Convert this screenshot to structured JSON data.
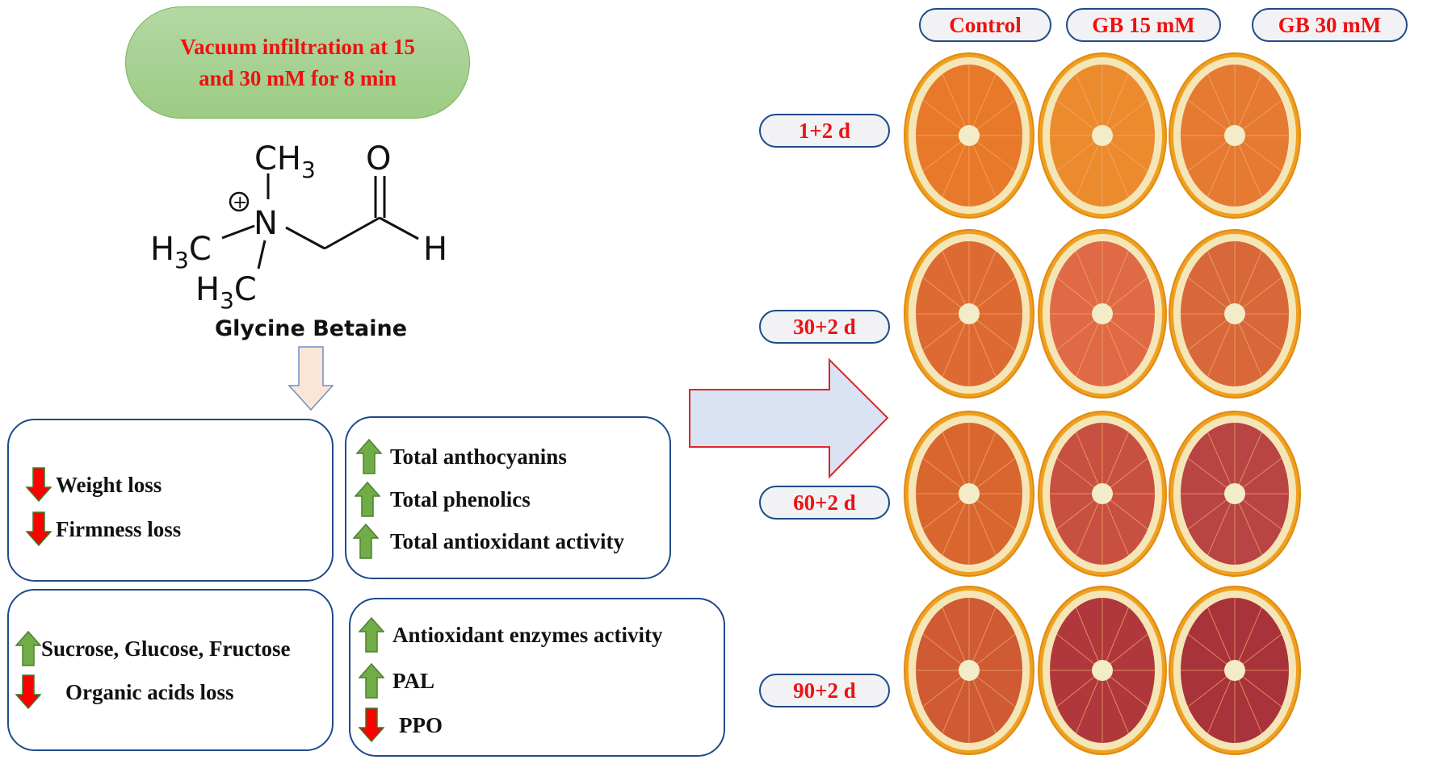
{
  "treatment": {
    "line1": "Vacuum infiltration at 15",
    "line2": "and 30 mM for 8 min"
  },
  "compound": {
    "name": "Glycine Betaine",
    "atoms": {
      "ch3_top": "CH",
      "ch3_top_sub": "3",
      "charge": "+",
      "n": "N",
      "h3c_left": "H",
      "h3c_left_sub": "3",
      "h3c_left_c": "C",
      "h3c_low": "H",
      "h3c_low_sub": "3",
      "h3c_low_c": "C",
      "o": "O",
      "h": "H"
    }
  },
  "effects": {
    "box1": [
      {
        "direction": "down",
        "label": "Weight loss"
      },
      {
        "direction": "down",
        "label": "Firmness loss"
      }
    ],
    "box2": [
      {
        "direction": "up",
        "label": "Total anthocyanins"
      },
      {
        "direction": "up",
        "label": "Total phenolics"
      },
      {
        "direction": "up",
        "label": "Total antioxidant activity"
      }
    ],
    "box3": [
      {
        "direction": "up",
        "label": "Sucrose, Glucose, Fructose"
      },
      {
        "direction": "down",
        "label": "Organic acids loss"
      }
    ],
    "box4": [
      {
        "direction": "up",
        "label": "Antioxidant enzymes activity"
      },
      {
        "direction": "up",
        "label": "PAL"
      },
      {
        "direction": "down",
        "label": "PPO"
      }
    ]
  },
  "grid": {
    "columns": [
      "Control",
      "GB 15 mM",
      "GB 30 mM"
    ],
    "rows": [
      "1+2 d",
      "30+2 d",
      "60+2 d",
      "90+2 d"
    ]
  },
  "icons": {
    "up": "green-up-arrow-icon",
    "down": "red-down-arrow-icon"
  },
  "colors": {
    "label_red": "#ee1111",
    "pill_border": "#1f4a8a",
    "arrow_up_fill": "#70ad47",
    "arrow_up_stroke": "#507e32",
    "arrow_down_fill": "#ff0000",
    "arrow_down_stroke": "#3a7a2a",
    "big_arrow_fill": "#dae3f3",
    "big_arrow_stroke": "#e0242a"
  }
}
